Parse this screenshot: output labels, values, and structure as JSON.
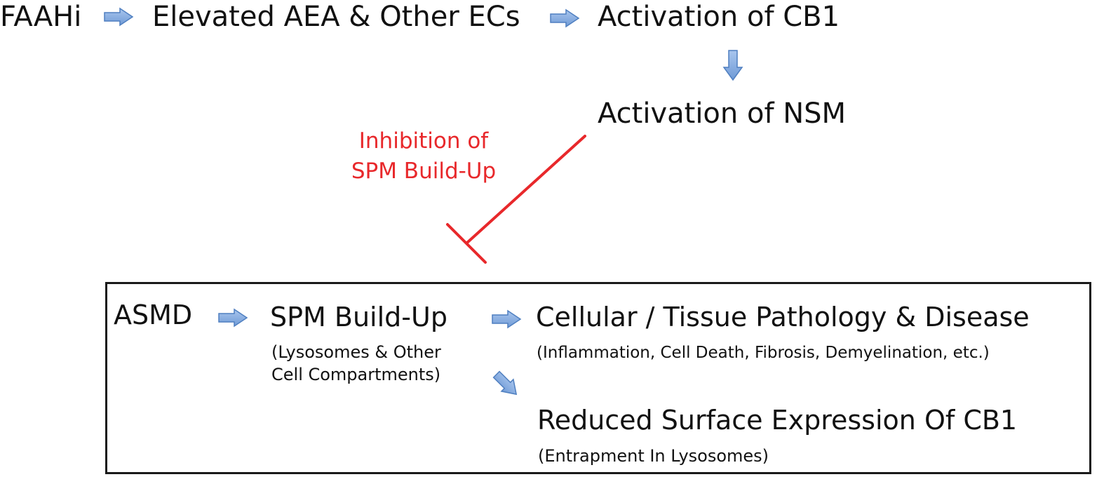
{
  "top_row": {
    "faahi": "FAAHi",
    "elevated": "Elevated AEA & Other ECs",
    "activation_cb1": "Activation of CB1"
  },
  "activation_nsm": "Activation of NSM",
  "inhibition": {
    "line1": "Inhibition of",
    "line2": "SPM Build-Up",
    "color": "#e8282b"
  },
  "box": {
    "asmd": "ASMD",
    "spm": "SPM Build-Up",
    "spm_note_1": "(Lysosomes & Other",
    "spm_note_2": "Cell Compartments)",
    "pathology": "Cellular / Tissue Pathology & Disease",
    "pathology_note": "(Inflammation, Cell Death, Fibrosis, Demyelination, etc.)",
    "reduced": "Reduced Surface Expression Of CB1",
    "reduced_note": "(Entrapment In Lysosomes)"
  },
  "colors": {
    "arrow_fill": "#7fa7dc",
    "arrow_stroke": "#4f7fc0",
    "inhibit": "#e8282b",
    "box_border": "#1a1a1a"
  },
  "icons": {
    "flow_arrow": "block-arrow-icon",
    "inhibit": "t-bar-inhibition-icon"
  }
}
